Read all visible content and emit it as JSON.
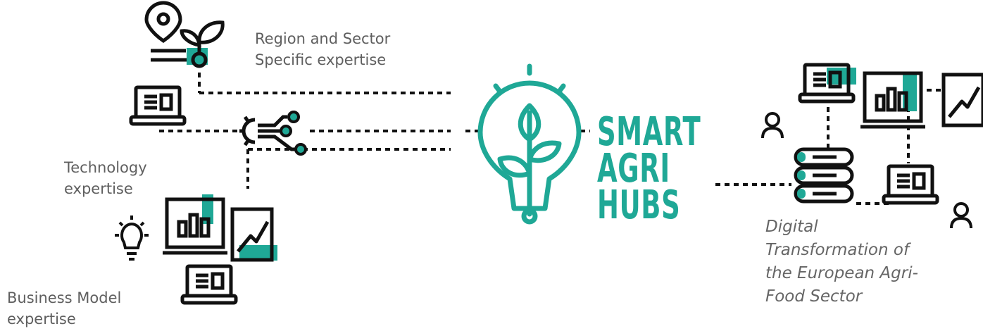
{
  "brand": {
    "line1": "SMART",
    "line2": "AGRI",
    "line3": "HUBS"
  },
  "labels": {
    "region": [
      "Region and Sector",
      "Specific expertise"
    ],
    "technology": [
      "Technology",
      "expertise"
    ],
    "business": [
      "Business Model",
      "expertise"
    ],
    "digital": [
      "Digital",
      "Transformation of",
      "the European Agri-",
      "Food Sector"
    ]
  },
  "colors": {
    "accent": "#1fa896",
    "ink": "#111111",
    "label": "#5f5f5f"
  },
  "icons": [
    "location-pin-icon",
    "sprout-icon",
    "laptop-icon",
    "gear-circuit-icon",
    "lightbulb-icon",
    "bar-chart-icon",
    "line-chart-icon",
    "server-icon",
    "user-icon"
  ]
}
